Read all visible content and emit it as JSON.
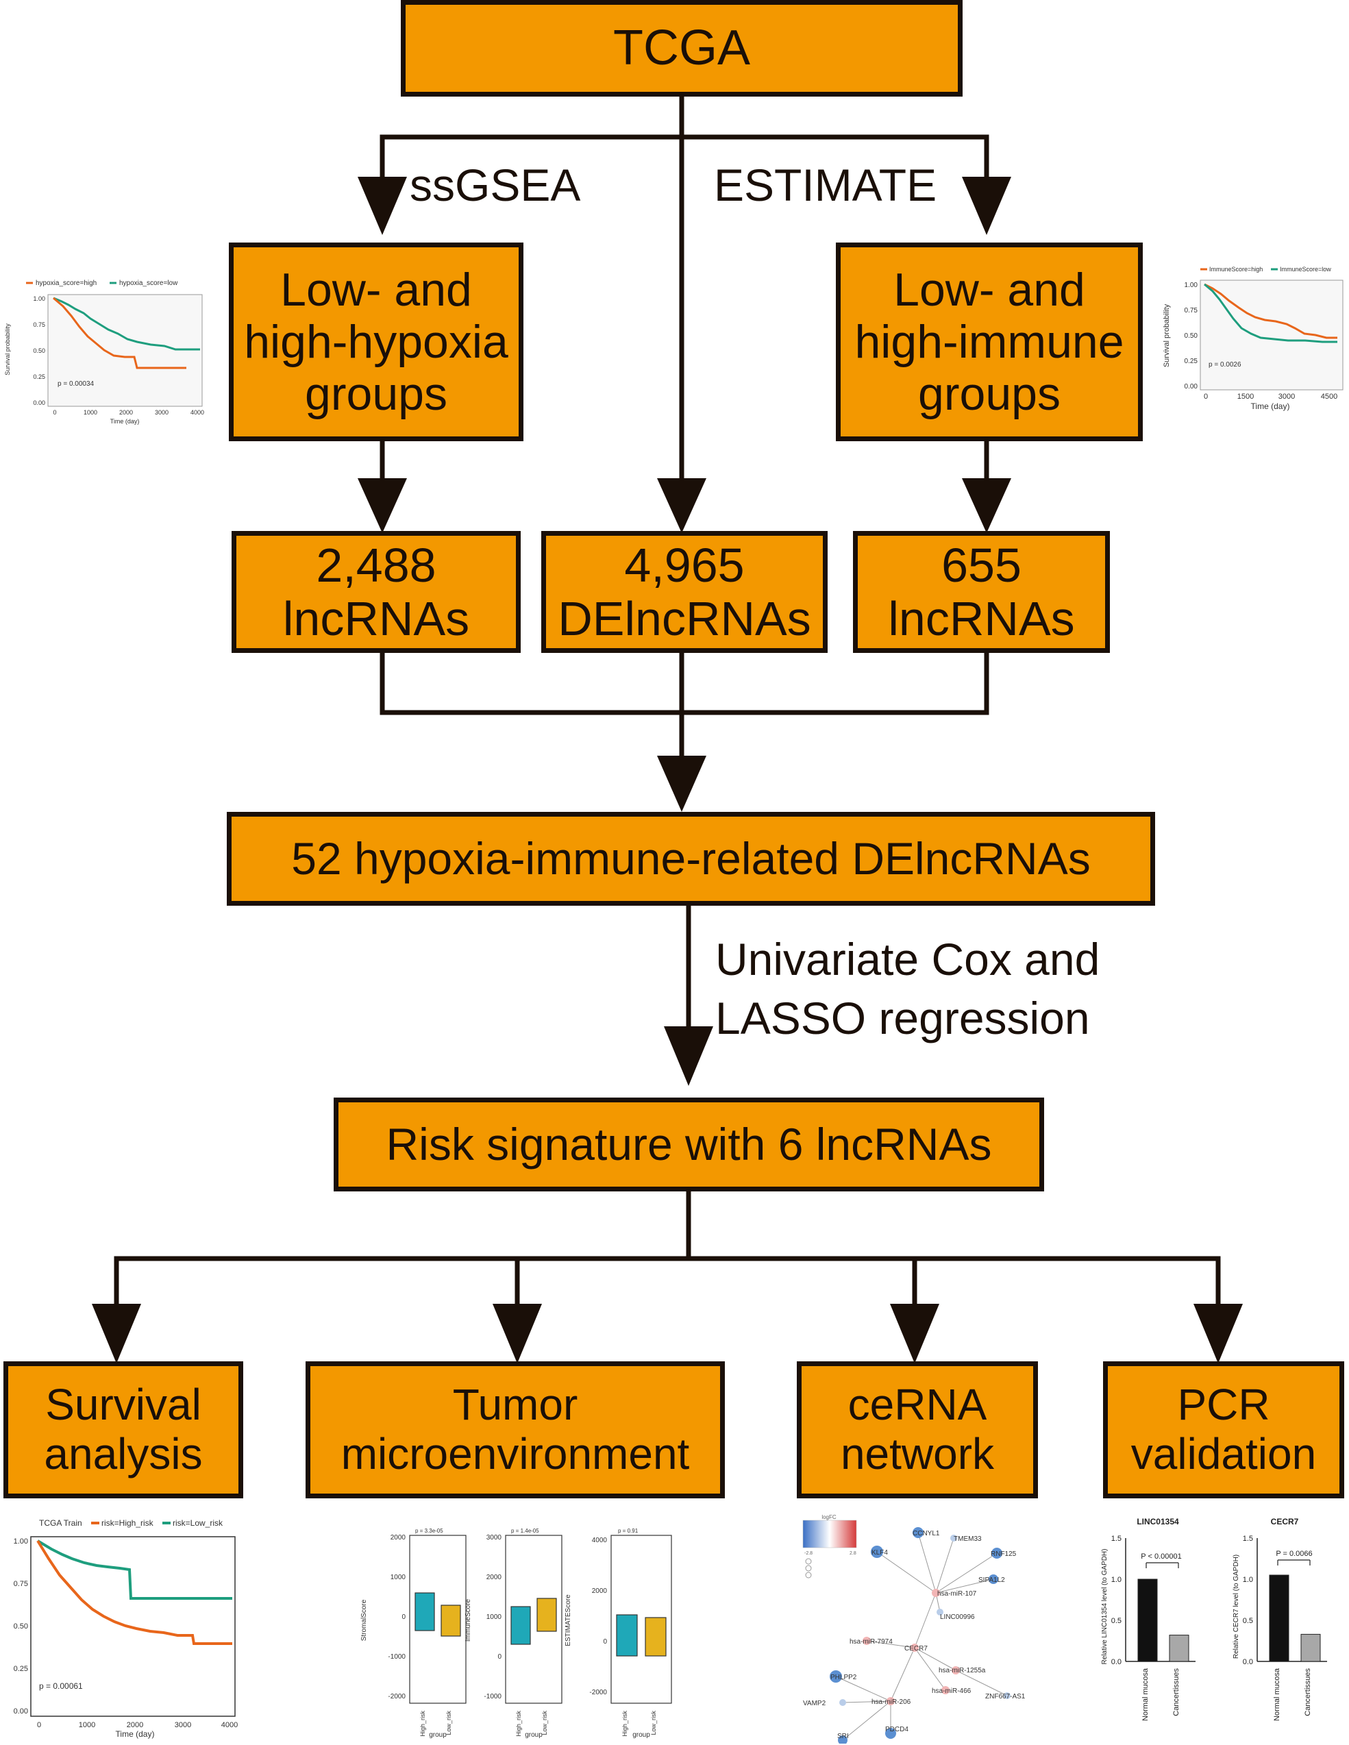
{
  "boxes": {
    "tcga": "TCGA",
    "hypoxia_groups": [
      "Low- and",
      "high-hypoxia",
      "groups"
    ],
    "immune_groups": [
      "Low- and",
      "high-immune",
      "groups"
    ],
    "hypoxia_lnc": [
      "2,488",
      "lncRNAs"
    ],
    "de_lnc": [
      "4,965",
      "DElncRNAs"
    ],
    "immune_lnc": [
      "655",
      "lncRNAs"
    ],
    "hir_delnc": "52 hypoxia-immune-related DElncRNAs",
    "risk_signature": "Risk signature with 6 lncRNAs",
    "survival": [
      "Survival",
      "analysis"
    ],
    "tme": [
      "Tumor",
      "microenvironment"
    ],
    "cerna": [
      "ceRNA",
      "network"
    ],
    "pcr": [
      "PCR",
      "validation"
    ]
  },
  "edge_labels": {
    "ssgsea": "ssGSEA",
    "estimate": "ESTIMATE",
    "regression": [
      "Univariate Cox and",
      "LASSO regression"
    ]
  },
  "colors": {
    "box_fill": "#F39800",
    "line": "#1a0f08",
    "orange": "#E8661B",
    "teal": "#1E9E7E",
    "cyan": "#1FA8B8",
    "gold": "#E6B21E"
  },
  "thumbs": {
    "hypoxia_km": {
      "legend": [
        "hypoxia_score=high",
        "hypoxia_score=low"
      ],
      "ylabel": "Survival probability",
      "xlabel": "Time (day)",
      "pvalue": "p = 0.00034",
      "yticks": [
        "1.00",
        "0.75",
        "0.50",
        "0.25",
        "0.00"
      ],
      "xticks": [
        "0",
        "1000",
        "2000",
        "3000",
        "4000"
      ]
    },
    "immune_km": {
      "legend": [
        "ImmuneScore=high",
        "ImmuneScore=low"
      ],
      "ylabel": "Survival probability",
      "xlabel": "Time (day)",
      "pvalue": "p = 0.0026",
      "yticks": [
        "1.00",
        "0.75",
        "0.50",
        "0.25",
        "0.00"
      ],
      "xticks": [
        "0",
        "1500",
        "3000",
        "4500"
      ]
    },
    "survival_km": {
      "title": "TCGA Train",
      "legend": [
        "risk=High_risk",
        "risk=Low_risk"
      ],
      "xlabel": "Time (day)",
      "pvalue": "p = 0.00061",
      "yticks": [
        "1.00",
        "0.75",
        "0.50",
        "0.25",
        "0.00"
      ],
      "xticks": [
        "0",
        "1000",
        "2000",
        "3000",
        "4000"
      ]
    },
    "tme_boxplots": [
      {
        "ylabel": "StromalScore",
        "pvalue": "p = 3.3e-05",
        "yticks": [
          "2000",
          "1000",
          "0",
          "-1000",
          "-2000"
        ]
      },
      {
        "ylabel": "ImmuneScore",
        "pvalue": "p = 1.4e-05",
        "yticks": [
          "3000",
          "2000",
          "1000",
          "0",
          "-1000"
        ]
      },
      {
        "ylabel": "ESTIMATEScore",
        "pvalue": "p = 0.91",
        "yticks": [
          "4000",
          "2000",
          "0",
          "-2000"
        ]
      }
    ],
    "tme_xcats": [
      "High_risk",
      "Low_risk"
    ],
    "tme_xlabel": "group",
    "cerna_nodes": [
      "CCNYL1",
      "TMEM33",
      "KLF4",
      "RNF125",
      "hsa-miR-107",
      "SIPA1L2",
      "LINC00996",
      "hsa-miR-7974",
      "CECR7",
      "PHLPP2",
      "hsa-miR-1255a",
      "hsa-miR-206",
      "VAMP2",
      "hsa-miR-466",
      "ZNF667-AS1",
      "SRI",
      "PDCD4"
    ],
    "cerna_legend_title": "logFC",
    "cerna_legend_ticks": [
      "-2.8",
      "2.8"
    ],
    "pcr_bars": [
      {
        "title": "LINC01354",
        "ylabel": "Relative LINC01354 level (to GAPDH)",
        "pvalue": "P < 0.00001",
        "categories": [
          "Normal mucosa",
          "Cancertissues"
        ],
        "values": [
          1.0,
          0.32
        ],
        "yticks": [
          "1.5",
          "1.0",
          "0.5",
          "0.0"
        ]
      },
      {
        "title": "CECR7",
        "ylabel": "Relative CECR7 level (to GAPDH)",
        "pvalue": "P = 0.0066",
        "categories": [
          "Normal mucosa",
          "Cancertissues"
        ],
        "values": [
          1.05,
          0.33
        ],
        "yticks": [
          "1.5",
          "1.0",
          "0.5",
          "0.0"
        ]
      }
    ]
  }
}
